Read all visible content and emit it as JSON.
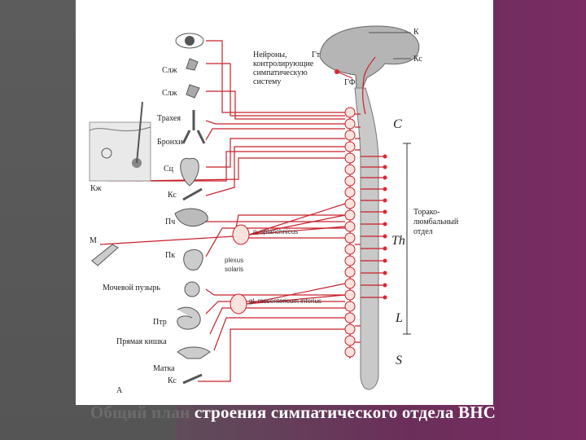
{
  "caption": {
    "part1": "Общий план",
    "part2": " строения симпатического отдела ВНС"
  },
  "labels": {
    "k": "К",
    "kc_top": "Кс",
    "neurons": [
      "Нейроны,",
      "контролирующие",
      "симпатическую",
      "систему"
    ],
    "gt": "Гт",
    "gf": "ГФ",
    "slzh1": "Слж",
    "slzh2": "Слж",
    "trachea": "Трахея",
    "bronchi": "Бронхи",
    "sc": "Сц",
    "kc_mid": "Кс",
    "kzh": "Кж",
    "pch": "Пч",
    "m": "М",
    "pk": "Пк",
    "bladder": "Мочевой пузырь",
    "ptr": "Птр",
    "rectum": "Прямая кишка",
    "uterus": "Матка",
    "kc_bottom": "Кс",
    "splanch": "n. splanchnicus",
    "plexus": [
      "plexus",
      "solaris"
    ],
    "ganglion": "gl. mesentericum inferius",
    "thoraco": [
      "Торако-",
      "люмбальный",
      "отдел"
    ],
    "C": "C",
    "Th": "Th",
    "L": "L",
    "S": "S",
    "fig_letter": "А"
  }
}
